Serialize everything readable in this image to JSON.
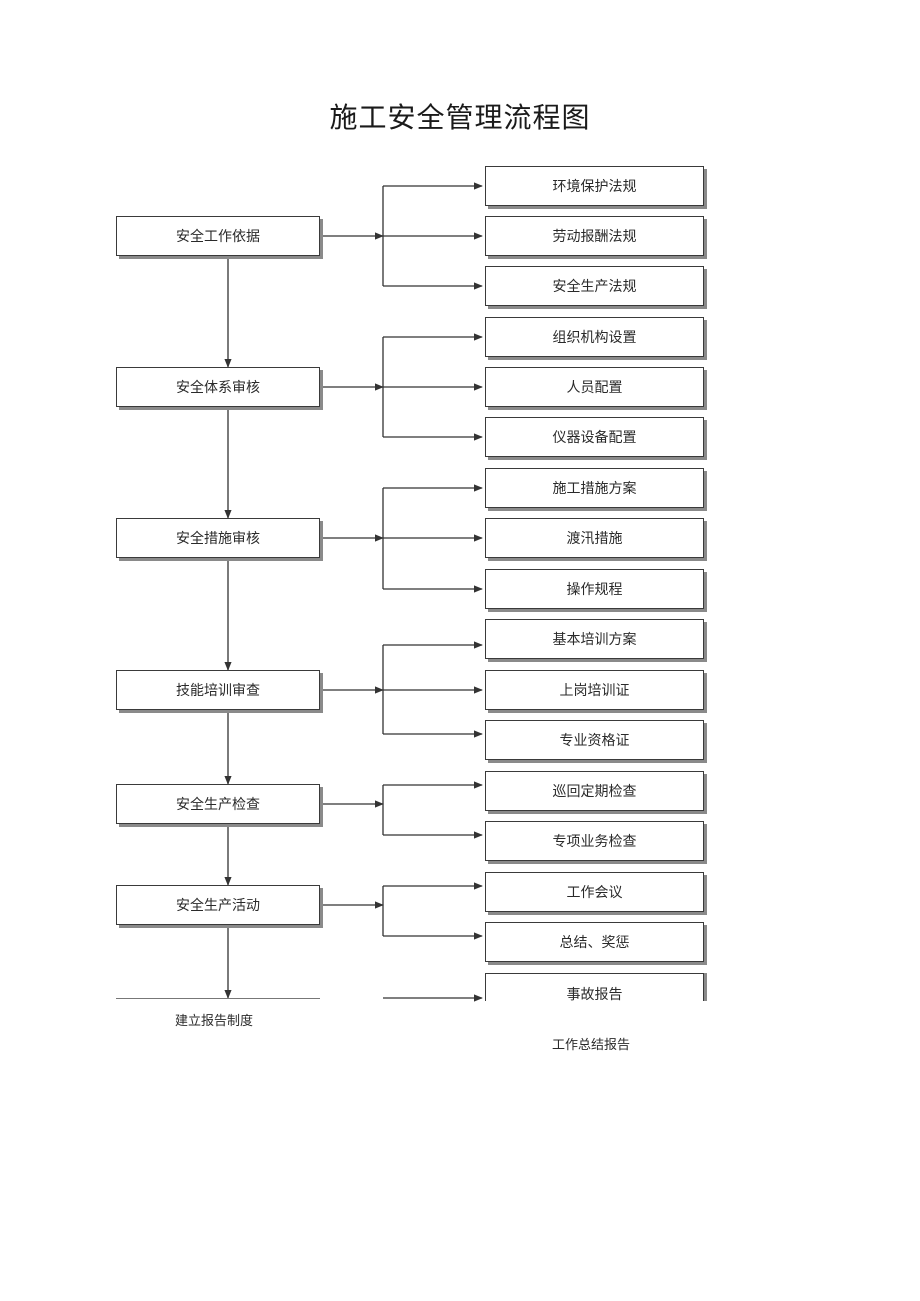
{
  "title": "施工安全管理流程图",
  "steps": [
    {
      "label": "安全工作依据",
      "items": [
        "环境保护法规",
        "劳动报酬法规",
        "安全生产法规"
      ]
    },
    {
      "label": "安全体系审核",
      "items": [
        "组织机构设置",
        "人员配置",
        "仪器设备配置"
      ]
    },
    {
      "label": "安全措施审核",
      "items": [
        "施工措施方案",
        "渡汛措施",
        "操作规程"
      ]
    },
    {
      "label": "技能培训审查",
      "items": [
        "基本培训方案",
        "上岗培训证",
        "专业资格证"
      ]
    },
    {
      "label": "安全生产检查",
      "items": [
        "巡回定期检查",
        "专项业务检查"
      ]
    },
    {
      "label": "安全生产活动",
      "items": [
        "工作会议",
        "总结、奖惩"
      ]
    },
    {
      "label": "建立报告制度",
      "items": [
        "事故报告",
        "工作总结报告"
      ]
    }
  ]
}
